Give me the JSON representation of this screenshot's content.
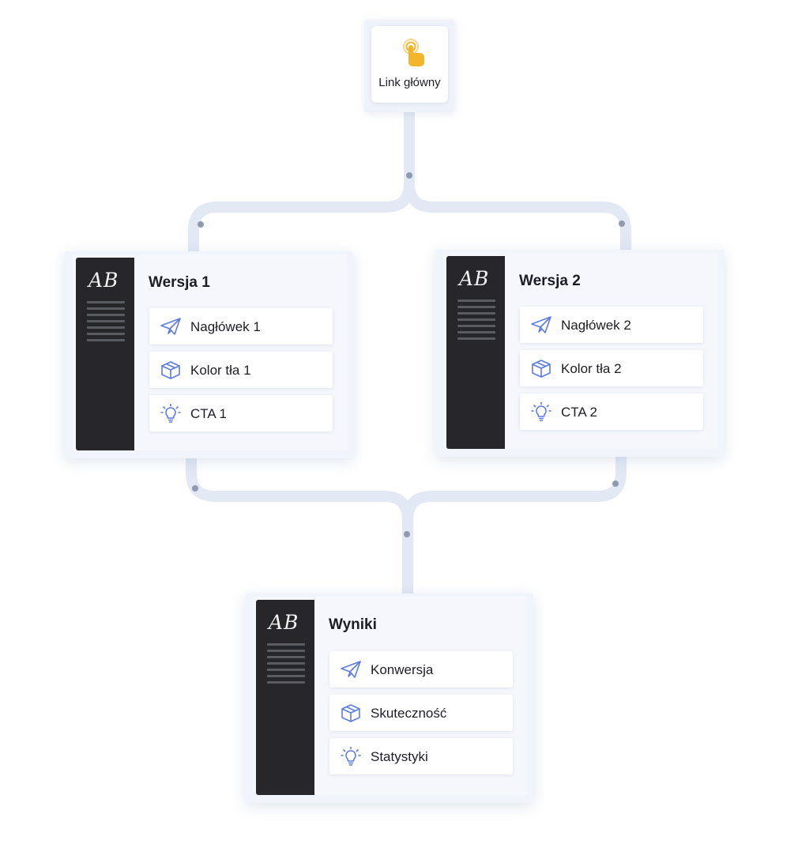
{
  "root": {
    "label": "Link główny",
    "icon": "tap-finger-icon"
  },
  "cards": [
    {
      "id": "version-1",
      "logo": "AB",
      "title": "Wersja 1",
      "items": [
        {
          "icon": "paper-plane-icon",
          "label": "Nagłówek 1"
        },
        {
          "icon": "box-icon",
          "label": "Kolor tła 1"
        },
        {
          "icon": "lightbulb-icon",
          "label": "CTA 1"
        }
      ]
    },
    {
      "id": "version-2",
      "logo": "AB",
      "title": "Wersja 2",
      "items": [
        {
          "icon": "paper-plane-icon",
          "label": "Nagłówek 2"
        },
        {
          "icon": "box-icon",
          "label": "Kolor tła 2"
        },
        {
          "icon": "lightbulb-icon",
          "label": "CTA 2"
        }
      ]
    },
    {
      "id": "results",
      "logo": "AB",
      "title": "Wyniki",
      "items": [
        {
          "icon": "paper-plane-icon",
          "label": "Konwersja"
        },
        {
          "icon": "box-icon",
          "label": "Skuteczność"
        },
        {
          "icon": "lightbulb-icon",
          "label": "Statystyki"
        }
      ]
    }
  ],
  "colors": {
    "connector": "#e2e8f4",
    "connector_dot": "#8e9ab0",
    "icon_accent": "#5b7be0",
    "tap_icon": "#f3b52c",
    "sidebar": "#26262b"
  }
}
